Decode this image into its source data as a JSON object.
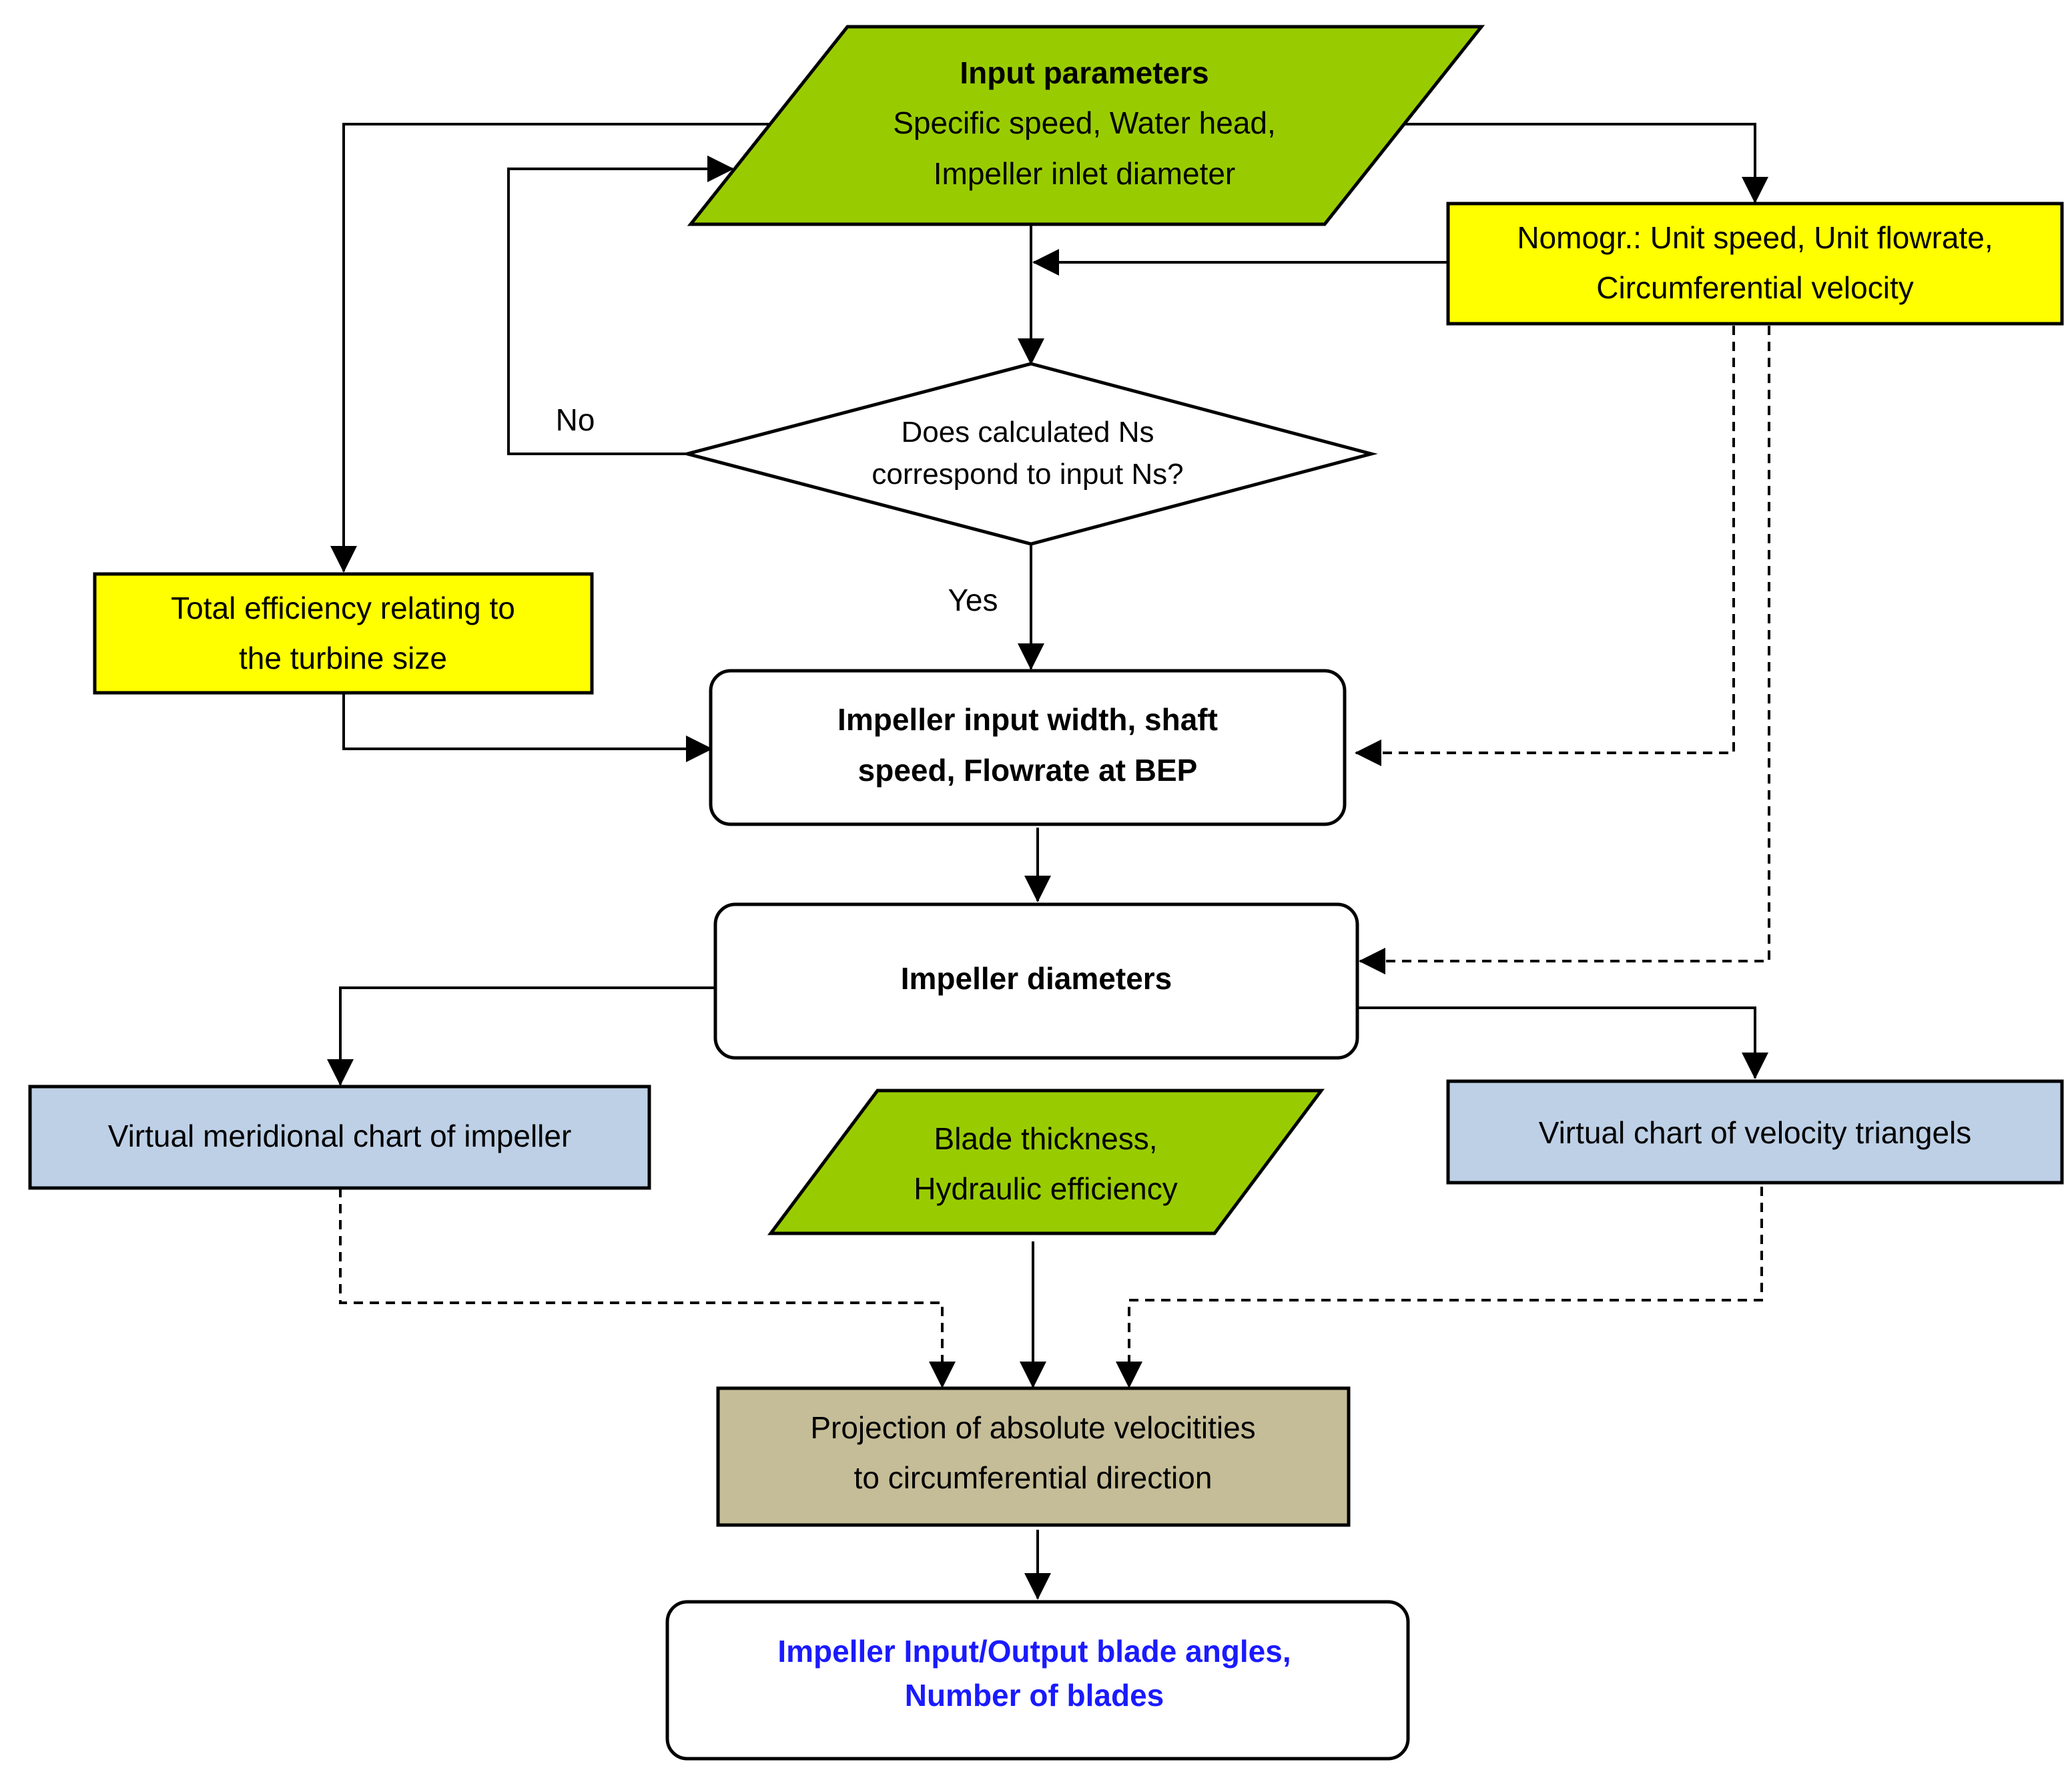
{
  "colors": {
    "green": "#99cc00",
    "yellow": "#ffff00",
    "light_blue": "#bdd0e6",
    "tan": "#c5bd97",
    "output_text": "#1a1aff"
  },
  "nodes": {
    "input_parameters": {
      "title": "Input parameters",
      "line1": "Specific speed, Water head,",
      "line2": "Impeller inlet diameter"
    },
    "nomogram": {
      "line1": "Nomogr.: Unit speed, Unit flowrate,",
      "line2": "Circumferential velocity"
    },
    "decision": {
      "line1": "Does calculated Ns",
      "line2": "correspond to input Ns?",
      "no_label": "No",
      "yes_label": "Yes"
    },
    "total_efficiency": {
      "line1": "Total efficiency relating to",
      "line2": "the turbine size"
    },
    "impeller_width": {
      "line1": "Impeller input width, shaft",
      "line2": "speed, Flowrate at BEP"
    },
    "impeller_diameters": {
      "label": "Impeller diameters"
    },
    "meridional_chart": {
      "label": "Virtual meridional chart of impeller"
    },
    "blade_thickness": {
      "line1": "Blade thickness,",
      "line2": "Hydraulic efficiency"
    },
    "velocity_triangles": {
      "label": "Virtual chart of velocity triangels"
    },
    "projection": {
      "line1": "Projection of absolute velocitities",
      "line2": "to circumferential direction"
    },
    "output": {
      "line1": "Impeller Input/Output blade angles,",
      "line2": "Number of blades"
    }
  }
}
